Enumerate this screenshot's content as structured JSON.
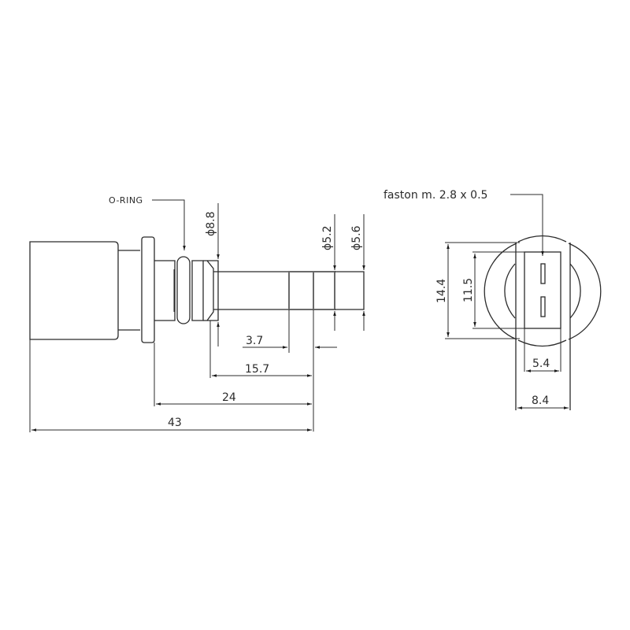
{
  "drawing": {
    "side_view": {
      "callout_oring": "O-RING",
      "diameters": {
        "d_88": "ϕ8.8",
        "d_52": "ϕ5.2",
        "d_56": "ϕ5.6"
      },
      "lengths": {
        "l_37": "3.7",
        "l_157": "15.7",
        "l_24": "24",
        "l_43": "43"
      }
    },
    "end_view": {
      "callout_faston": "faston m. 2.8 x 0.5",
      "heights": {
        "h_144": "14.4",
        "h_115": "11.5"
      },
      "widths": {
        "w_54": "5.4",
        "w_84": "8.4"
      }
    }
  }
}
